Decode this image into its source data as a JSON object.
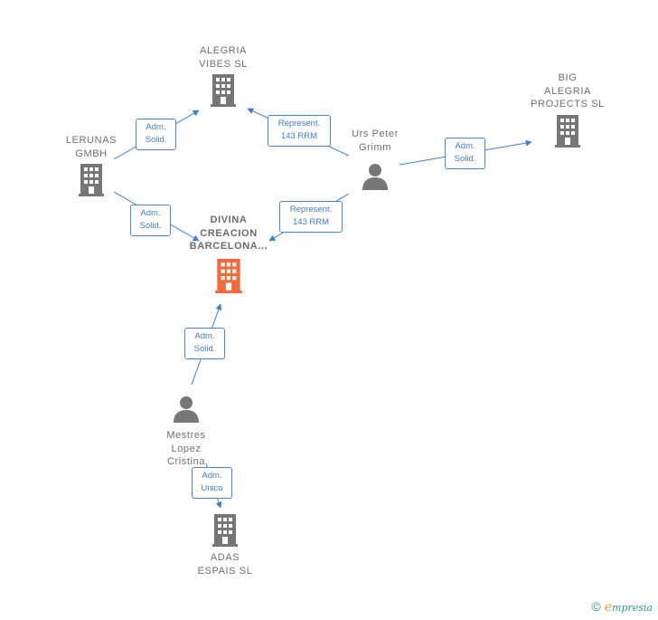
{
  "nodes": {
    "alegria_vibes": {
      "label": "ALEGRIA\nVIBES SL",
      "icon": "building-icon"
    },
    "big_alegria": {
      "label": "BIG\nALEGRIA\nPROJECTS SL",
      "icon": "building-icon"
    },
    "lerunas": {
      "label": "LERUNAS\nGMBH",
      "icon": "building-icon"
    },
    "divina": {
      "label": "DIVINA\nCREACION\nBARCELONA...",
      "icon": "building-icon",
      "color": "#f26a3a"
    },
    "urs_peter": {
      "label": "Urs Peter\nGrimm",
      "icon": "person-icon"
    },
    "mestres": {
      "label": "Mestres\nLopez\nCristina",
      "icon": "person-icon"
    },
    "adas": {
      "label": "ADAS\nESPAIS SL",
      "icon": "building-icon"
    }
  },
  "edges": {
    "lerunas_alegria": "Adm.\nSolid.",
    "lerunas_divina": "Adm.\nSolid.",
    "urs_alegria": "Represent.\n143 RRM",
    "urs_divina": "Represent.\n143 RRM",
    "urs_big": "Adm.\nSolid.",
    "mestres_divina": "Adm.\nSolid.",
    "mestres_adas": "Adm.\nUnico"
  },
  "colors": {
    "icon_gray": "#777777",
    "focus": "#f26a3a",
    "edge": "#3f7fcf"
  },
  "footer": {
    "copyright": "©",
    "brand_e": "e",
    "brand_rest": "mpresia"
  }
}
